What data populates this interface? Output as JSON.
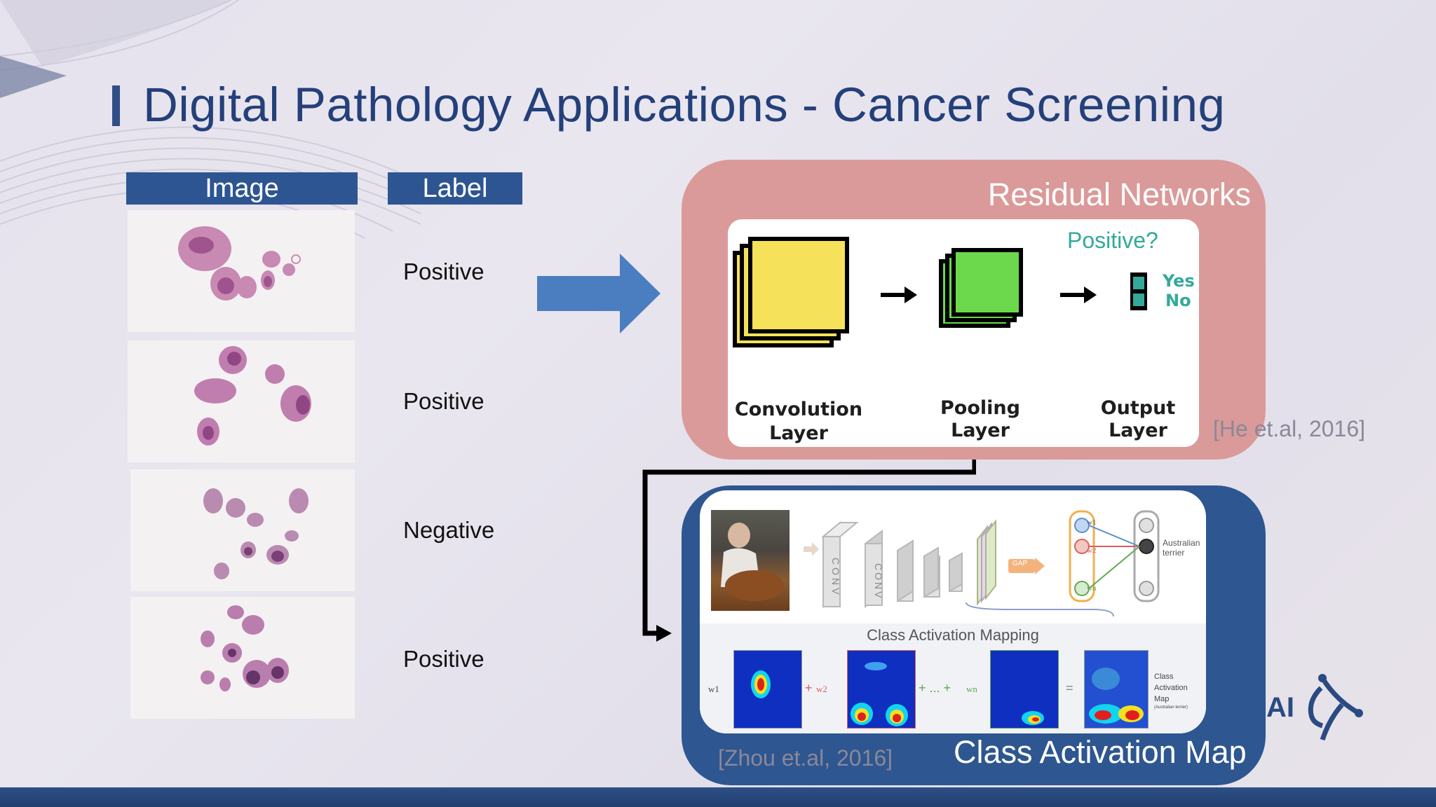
{
  "slide": {
    "title": "Digital Pathology Applications - Cancer Screening"
  },
  "table": {
    "image_header": "Image",
    "label_header": "Label",
    "labels": [
      "Positive",
      "Positive",
      "Negative",
      "Positive"
    ]
  },
  "residual_networks": {
    "title": "Residual Networks",
    "question": "Positive?",
    "yes": "Yes",
    "no": "No",
    "conv_layer_1": "Convolution",
    "conv_layer_2": "Layer",
    "pool_layer_1": "Pooling",
    "pool_layer_2": "Layer",
    "output_layer_1": "Output",
    "output_layer_2": "Layer",
    "citation": "[He et.al, 2016]"
  },
  "cam": {
    "title": "Class Activation Map",
    "subtitle": "Class Activation Mapping",
    "citation": "[Zhou et.al, 2016]",
    "conv_label": "CONV",
    "gap_label": "GAP",
    "w1": "w1",
    "w2": "w2",
    "wn": "wn",
    "class_name": "Australian terrier",
    "map_label_1": "Class",
    "map_label_2": "Activation",
    "map_label_3": "Map",
    "map_label_4": "(Australian terrier)",
    "eq_plus": "+",
    "eq_ellipsis": "+ ... +",
    "eq_equals": "="
  },
  "logo": {
    "text": "AI"
  },
  "colors": {
    "title": "#24407a",
    "header_bg": "#2d5592",
    "rn_box": "#da9a99",
    "cam_box": "#2e5690",
    "arrow": "#4a7ec0",
    "conv_yellow": "#f5e25a",
    "pool_green": "#6cd84c",
    "teal": "#33a99a"
  }
}
